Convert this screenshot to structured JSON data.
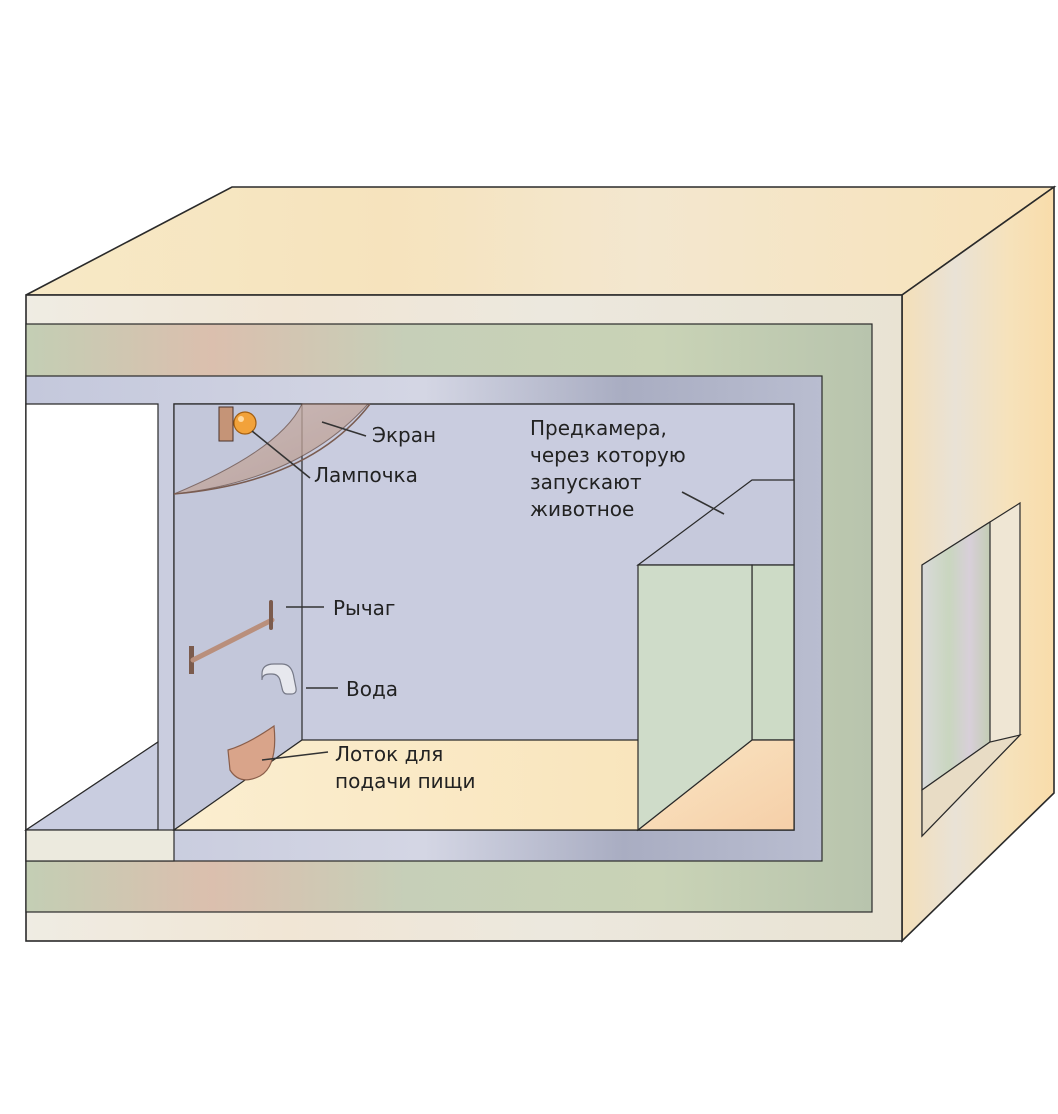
{
  "labels": {
    "screen": "Экран",
    "bulb": "Лампочка",
    "lever": "Рычаг",
    "water": "Вода",
    "food_tray": [
      "Лоток для",
      "подачи пищи"
    ],
    "antechamber": [
      "Предкамера,",
      "через которую",
      "запускают",
      "животное"
    ]
  },
  "colors": {
    "outer_shell": "#f3ead6",
    "middle_band": "#bfcaae",
    "inner_wall": "#c5c9dc",
    "chamber_back": "#c9ccdf",
    "floor": "#fbe9c4",
    "antechamber_wall": "#cfdcc9",
    "bulb": "#f2a23a",
    "lever": "#b98f7c",
    "tray": "#d9a48a"
  }
}
